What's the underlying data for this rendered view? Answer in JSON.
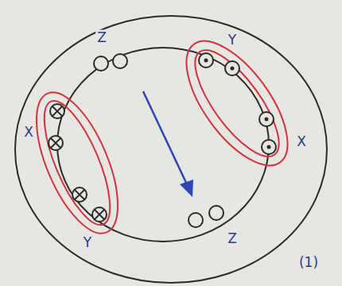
{
  "diagram": {
    "labels": [
      "Z",
      "Y",
      "X",
      "X",
      "Y",
      "Z",
      "(1)"
    ]
  }
}
